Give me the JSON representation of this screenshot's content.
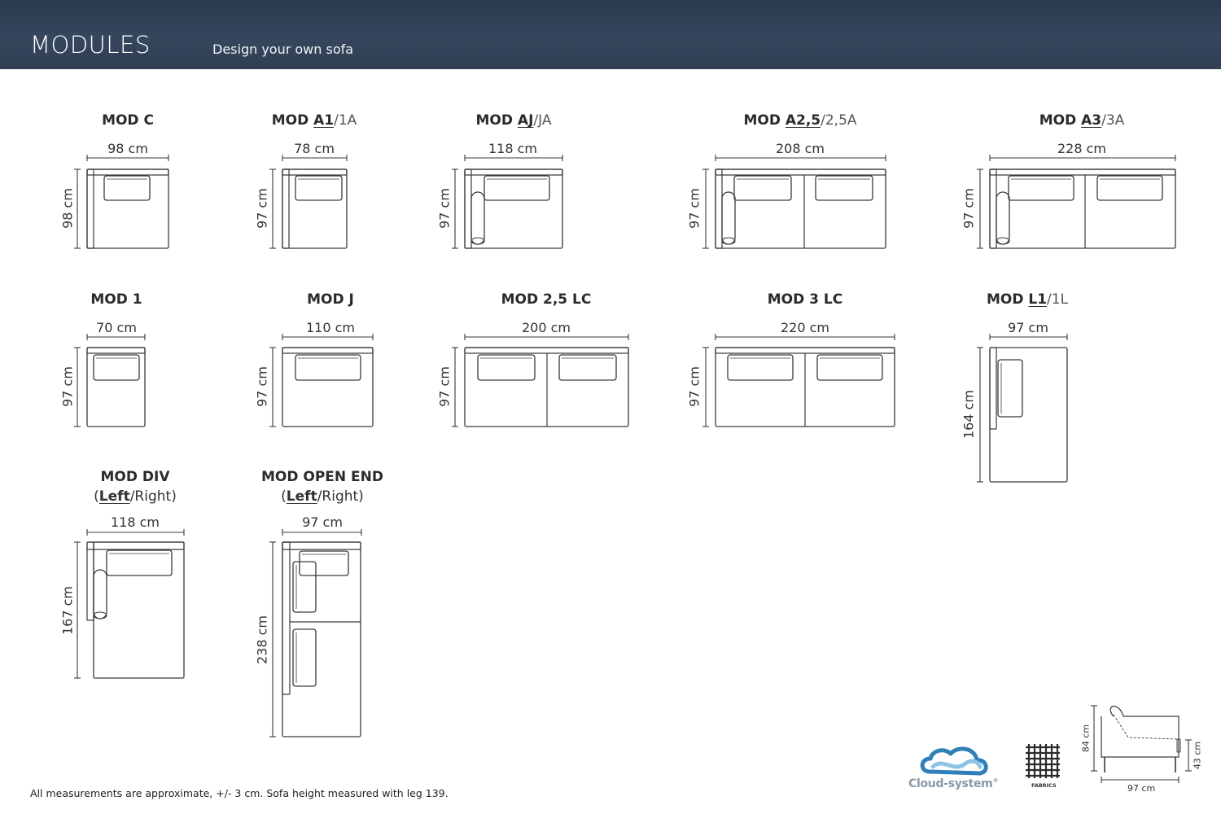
{
  "header": {
    "title": "MODULES",
    "subtitle": "Design your own sofa"
  },
  "modules": [
    {
      "id": "mod-c",
      "name": "MOD C",
      "code": "",
      "alt": "",
      "width_label": "98 cm",
      "depth_label": "98 cm"
    },
    {
      "id": "mod-a1",
      "name": "MOD ",
      "code": "A1",
      "alt": "/1A",
      "width_label": "78 cm",
      "depth_label": "97 cm"
    },
    {
      "id": "mod-aj",
      "name": "MOD ",
      "code": "AJ",
      "alt": "/JA",
      "width_label": "118 cm",
      "depth_label": "97 cm"
    },
    {
      "id": "mod-a25",
      "name": "MOD ",
      "code": "A2,5",
      "alt": "/2,5A",
      "width_label": "208 cm",
      "depth_label": "97 cm"
    },
    {
      "id": "mod-a3",
      "name": "MOD ",
      "code": "A3",
      "alt": "/3A",
      "width_label": "228 cm",
      "depth_label": "97 cm"
    },
    {
      "id": "mod-1",
      "name": "MOD 1",
      "code": "",
      "alt": "",
      "width_label": "70 cm",
      "depth_label": "97 cm"
    },
    {
      "id": "mod-j",
      "name": "MOD J",
      "code": "",
      "alt": "",
      "width_label": "110 cm",
      "depth_label": "97 cm"
    },
    {
      "id": "mod-25lc",
      "name": "MOD 2,5 LC",
      "code": "",
      "alt": "",
      "width_label": "200 cm",
      "depth_label": "97 cm"
    },
    {
      "id": "mod-3lc",
      "name": "MOD 3 LC",
      "code": "",
      "alt": "",
      "width_label": "220 cm",
      "depth_label": "97 cm"
    },
    {
      "id": "mod-l1",
      "name": "MOD ",
      "code": "L1",
      "alt": "/1L",
      "width_label": "97 cm",
      "depth_label": "164 cm"
    },
    {
      "id": "mod-div",
      "name": "MOD DIV",
      "code": "",
      "alt": "",
      "sub_open": "(",
      "sub_bold": "Left",
      "sub_rest": "/Right)",
      "width_label": "118 cm",
      "depth_label": "167 cm"
    },
    {
      "id": "mod-open-end",
      "name": "MOD OPEN END",
      "code": "",
      "alt": "",
      "sub_open": "(",
      "sub_bold": "Left",
      "sub_rest": "/Right)",
      "width_label": "97 cm",
      "depth_label": "238 cm"
    }
  ],
  "side_view": {
    "height_label": "84 cm",
    "seat_label": "43 cm",
    "depth_label": "97 cm"
  },
  "logos": {
    "cloud": "Cloud-system",
    "cloud_mark": "®",
    "fabrics": "FABRICS"
  },
  "footnote": "All measurements are approximate, +/- 3 cm. Sofa height measured with leg 139.",
  "colors": {
    "header_bg": "#2f3e53",
    "line": "#3a3a3a",
    "cloud_blue": "#2f7fb8"
  }
}
